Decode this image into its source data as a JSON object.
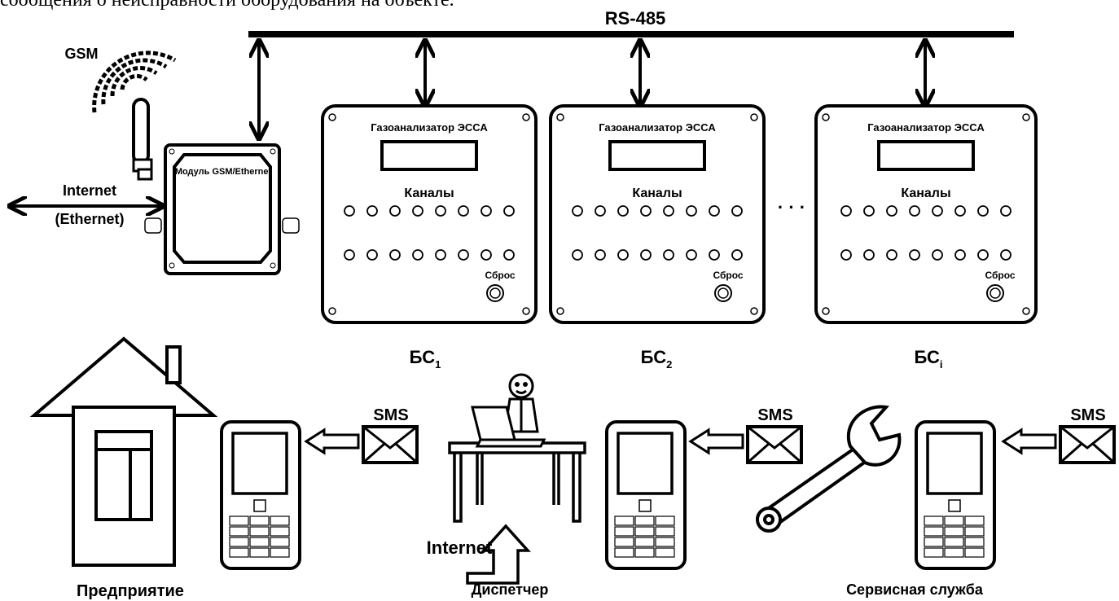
{
  "header_text": "сообщения о неисправности оборудования на объекте.",
  "bus_label": "RS-485",
  "gsm_label": "GSM",
  "module_label": "Модуль GSM/Ethernet",
  "internet_label": "Internet",
  "ethernet_label": "(Ethernet)",
  "analyzers": [
    {
      "title": "Газоанализатор ЭССА",
      "channels": "Каналы",
      "reset": "Сброс",
      "bs": "БС",
      "sub": "1"
    },
    {
      "title": "Газоанализатор ЭССА",
      "channels": "Каналы",
      "reset": "Сброс",
      "bs": "БС",
      "sub": "2"
    },
    {
      "title": "Газоанализатор ЭССА",
      "channels": "Каналы",
      "reset": "Сброс",
      "bs": "БС",
      "sub": "i"
    }
  ],
  "ellipsis": "· · ·",
  "sms_label": "SMS",
  "dispatcher_internet": "Internet",
  "bottom_labels": {
    "enterprise": "Предприятие",
    "dispatcher": "Диспетчер",
    "service": "Сервисная служба"
  },
  "icons": [
    "antenna-icon",
    "signal-waves-icon",
    "house-icon",
    "phone-icon",
    "envelope-icon",
    "person-icon",
    "laptop-icon",
    "desk-icon",
    "wrench-icon",
    "arrow-icon"
  ]
}
